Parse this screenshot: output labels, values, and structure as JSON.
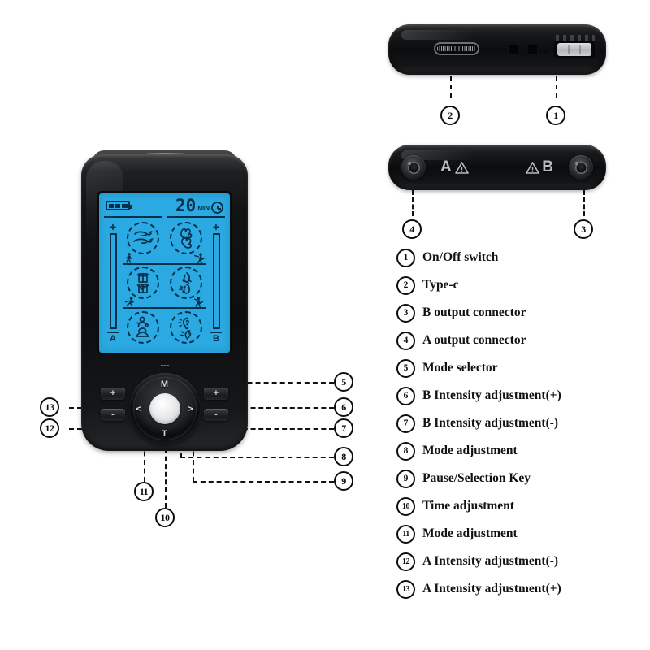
{
  "device": {
    "lcd": {
      "battery": {
        "name": "battery-indicator",
        "segments": 3
      },
      "timer_value": "20",
      "timer_unit": "MIN",
      "clock_icon": "clock-icon",
      "channel_a": {
        "label": "A",
        "plus": "+",
        "minus": "-"
      },
      "channel_b": {
        "label": "B",
        "plus": "+",
        "minus": "-"
      },
      "mode_icons": [
        {
          "name": "arm-massage-icon",
          "row": 1,
          "col": 1
        },
        {
          "name": "hand-massage-icon",
          "row": 1,
          "col": 2
        },
        {
          "name": "torso-massage-icon",
          "row": 2,
          "col": 1
        },
        {
          "name": "foot-massage-icon",
          "row": 2,
          "col": 2
        },
        {
          "name": "shoulder-massage-icon",
          "row": 3,
          "col": 1
        },
        {
          "name": "ear-massage-icon",
          "row": 3,
          "col": 2
        }
      ]
    },
    "controls": {
      "dpad": {
        "up_label": "M",
        "down_label": "T",
        "left_label": "<",
        "right_label": ">",
        "center": "select-button"
      },
      "a_plus": "+",
      "a_minus": "-",
      "b_plus": "+",
      "b_minus": "-"
    }
  },
  "edge_top": {
    "usbc_port": "usb-c-port",
    "power_switch": "power-slider-switch"
  },
  "edge_bottom": {
    "label_a": "A",
    "label_b": "B",
    "warning_icon": "warning-triangle-icon",
    "jack_a": "a-output-jack",
    "jack_b": "b-output-jack"
  },
  "callouts": [
    {
      "id": "1",
      "ref": "on-off-switch"
    },
    {
      "id": "2",
      "ref": "type-c"
    },
    {
      "id": "3",
      "ref": "b-output-connector"
    },
    {
      "id": "4",
      "ref": "a-output-connector"
    },
    {
      "id": "5",
      "ref": "mode-selector"
    },
    {
      "id": "6",
      "ref": "b-intensity-plus"
    },
    {
      "id": "7",
      "ref": "b-intensity-minus"
    },
    {
      "id": "8",
      "ref": "mode-adjustment"
    },
    {
      "id": "9",
      "ref": "pause-selection-key"
    },
    {
      "id": "10",
      "ref": "time-adjustment"
    },
    {
      "id": "11",
      "ref": "mode-adjustment-2"
    },
    {
      "id": "12",
      "ref": "a-intensity-minus"
    },
    {
      "id": "13",
      "ref": "a-intensity-plus"
    }
  ],
  "legend": [
    {
      "num": "1",
      "label": "On/Off switch"
    },
    {
      "num": "2",
      "label": "Type-c"
    },
    {
      "num": "3",
      "label": "B output connector"
    },
    {
      "num": "4",
      "label": "A output connector"
    },
    {
      "num": "5",
      "label": "Mode selector"
    },
    {
      "num": "6",
      "label": "B Intensity adjustment(+)"
    },
    {
      "num": "7",
      "label": "B Intensity adjustment(-)"
    },
    {
      "num": "8",
      "label": "Mode adjustment"
    },
    {
      "num": "9",
      "label": "Pause/Selection Key"
    },
    {
      "num": "10",
      "label": "Time adjustment"
    },
    {
      "num": "11",
      "label": "Mode adjustment"
    },
    {
      "num": "12",
      "label": "A Intensity adjustment(-)"
    },
    {
      "num": "13",
      "label": "A Intensity adjustment(+)"
    }
  ],
  "colors": {
    "lcd_background": "#2aa9e2",
    "lcd_ink": "#07314b",
    "body": "#101214",
    "line": "#111111"
  }
}
